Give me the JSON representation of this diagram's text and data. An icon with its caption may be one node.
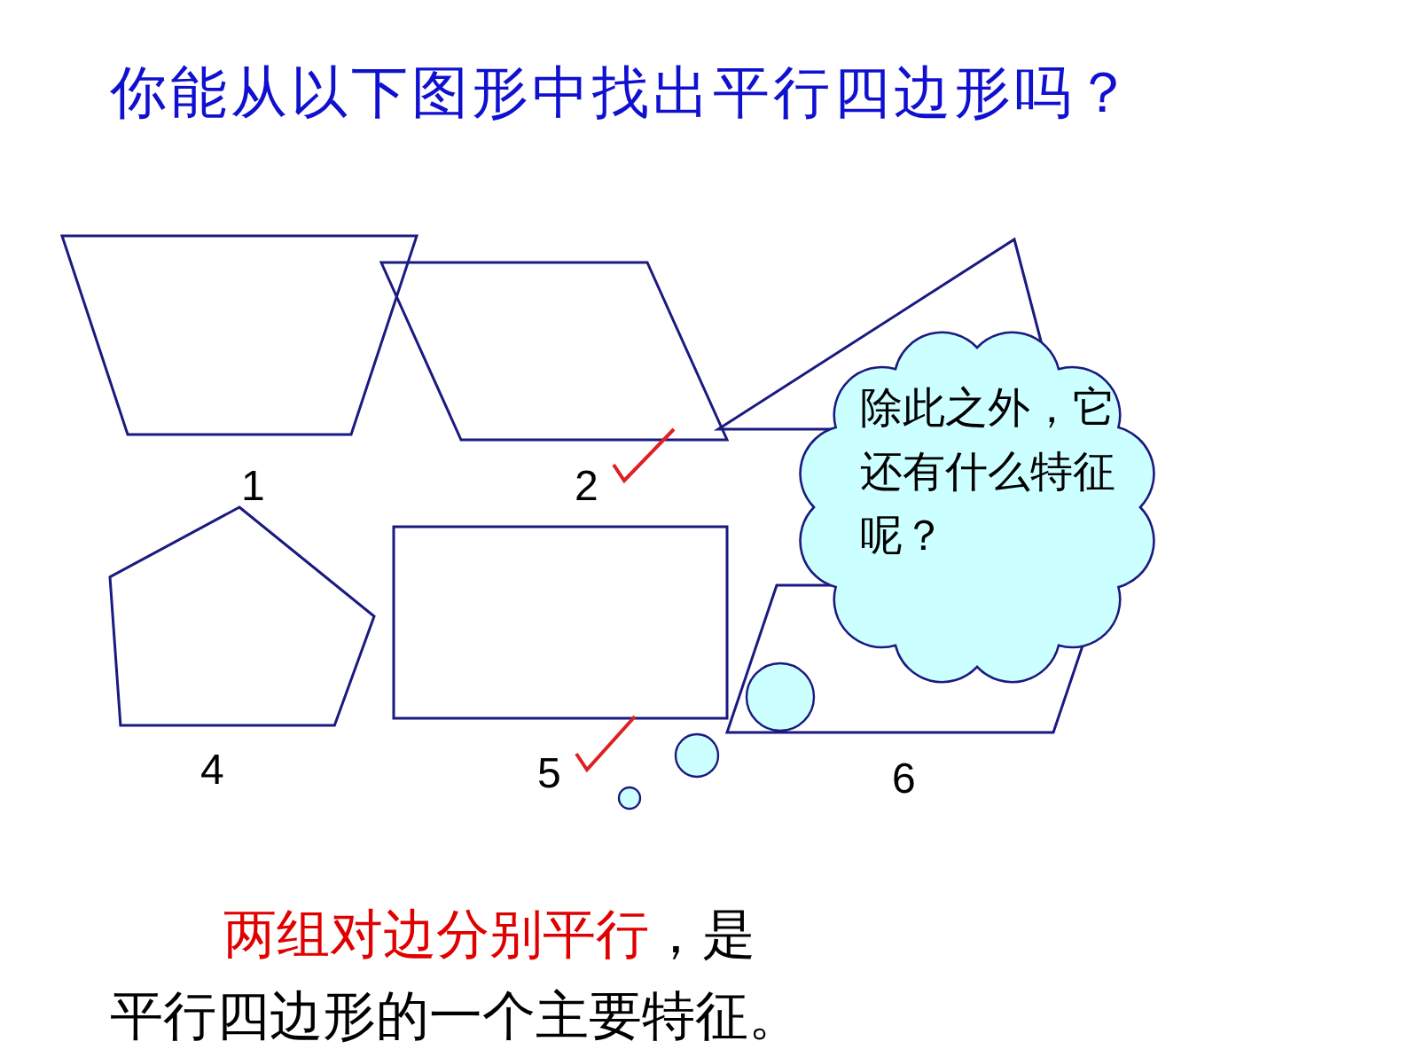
{
  "diagram": {
    "title": "你能从以下图形中找出平行四边形吗？",
    "nodes": [
      {
        "text": [],
        "shape": "trapezoid"
      },
      {
        "text": [],
        "shape": "parallelogram"
      },
      {
        "text": [],
        "shape": "triangle"
      },
      {
        "text": [],
        "shape": "pentagon"
      },
      {
        "text": [],
        "shape": "rectangle"
      },
      {
        "text": [],
        "shape": "parallelogram"
      },
      {
        "text": [
          "除此之外，它还有什么特征呢？"
        ]
      }
    ],
    "labels": [
      "1",
      "2",
      "4",
      "5",
      "6",
      "两组对边分别平行",
      "，是平行四边形的一个主要特征。"
    ]
  }
}
